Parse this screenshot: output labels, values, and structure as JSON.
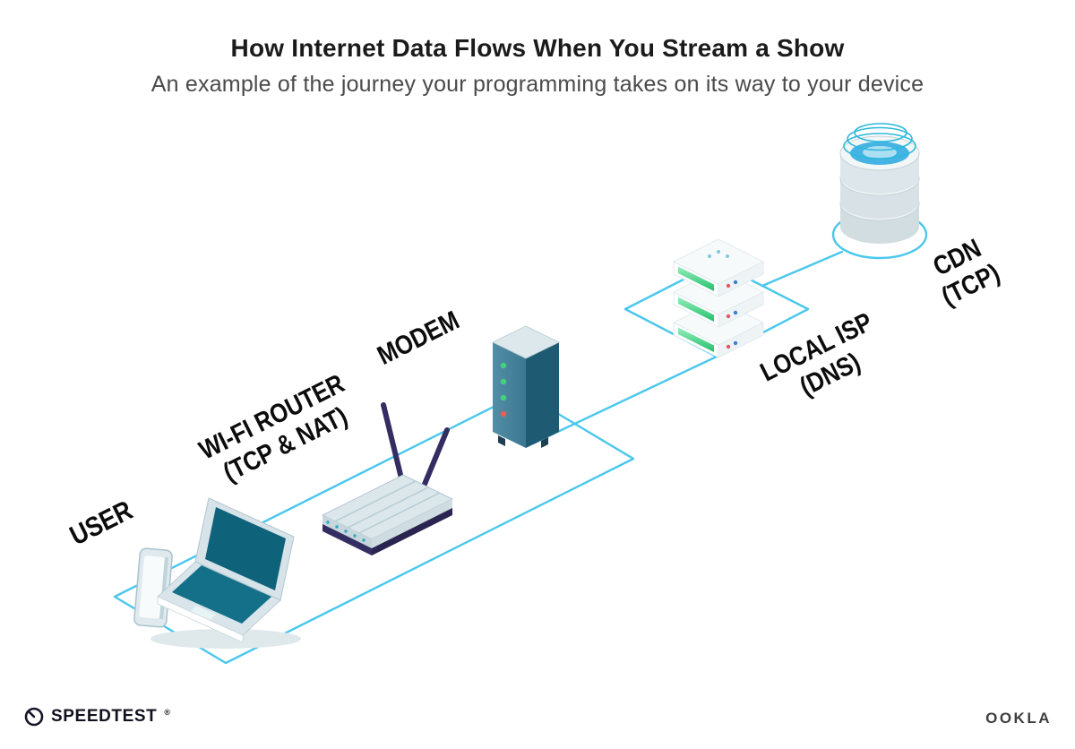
{
  "header": {
    "title": "How Internet Data Flows When You Stream a Show",
    "subtitle": "An example of the journey your programming takes on its way to your device"
  },
  "labels": {
    "user": {
      "line1": "USER"
    },
    "router": {
      "line1": "WI-FI ROUTER",
      "line2": "(TCP & NAT)"
    },
    "modem": {
      "line1": "MODEM"
    },
    "isp": {
      "line1": "LOCAL ISP",
      "line2": "(DNS)"
    },
    "cdn": {
      "line1": "CDN",
      "line2": "(TCP)"
    }
  },
  "footer": {
    "speedtest_label": "SPEEDTEST",
    "speedtest_tm": "®",
    "ookla_label": "OOKLA"
  },
  "colors": {
    "path_line": "#4ac7ec",
    "device_teal": "#0e6279",
    "router_indigo": "#332d62",
    "led_green": "#43d17c",
    "led_red": "#ef5a5a",
    "server_green": "#21c06c",
    "cdn_blue": "#45b3e3"
  },
  "icons": {
    "speedtest_gauge": "speedtest-gauge-icon",
    "user_devices": "smartphone-and-laptop-icon",
    "wifi_router": "wifi-router-icon",
    "modem": "modem-icon",
    "isp_server": "server-stack-icon",
    "cdn": "database-cylinders-icon"
  }
}
